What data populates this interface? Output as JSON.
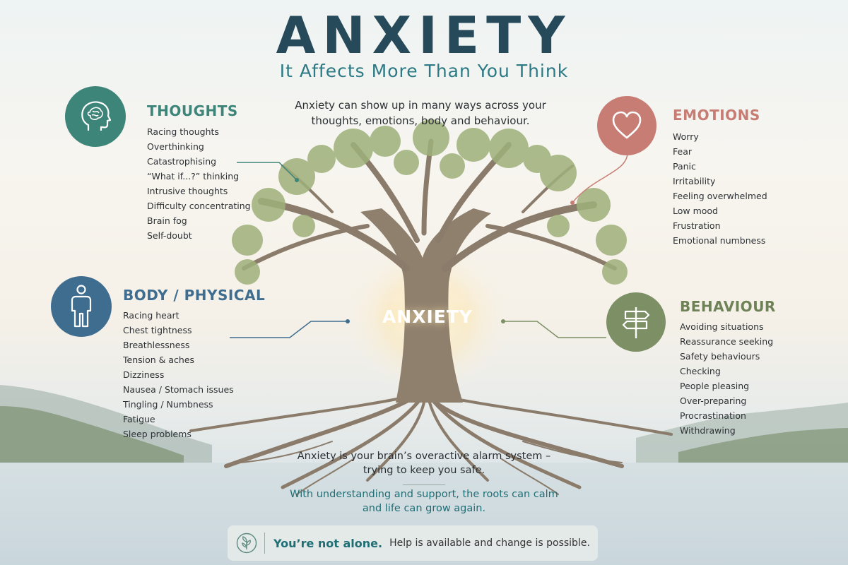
{
  "header": {
    "title": "ANXIETY",
    "subtitle": "It Affects More Than You Think",
    "intro": "Anxiety can show up in many ways across your thoughts, emotions, body and behaviour."
  },
  "colors": {
    "thoughts": "#3e8579",
    "emotions": "#c77d74",
    "body": "#3f6d90",
    "behaviour": "#7d8f64",
    "accent": "#1f6e74"
  },
  "sections": {
    "thoughts": {
      "title": "THOUGHTS",
      "icon": "head-brain-icon",
      "items": [
        "Racing thoughts",
        "Overthinking",
        "Catastrophising",
        "“What if...?” thinking",
        "Intrusive thoughts",
        "Difficulty concentrating",
        "Brain fog",
        "Self-doubt"
      ]
    },
    "emotions": {
      "title": "EMOTIONS",
      "icon": "heart-icon",
      "items": [
        "Worry",
        "Fear",
        "Panic",
        "Irritability",
        "Feeling overwhelmed",
        "Low mood",
        "Frustration",
        "Emotional numbness"
      ]
    },
    "body": {
      "title": "BODY / PHYSICAL",
      "icon": "person-icon",
      "items": [
        "Racing heart",
        "Chest tightness",
        "Breathlessness",
        "Tension & aches",
        "Dizziness",
        "Nausea / Stomach issues",
        "Tingling / Numbness",
        "Fatigue",
        "Sleep problems"
      ]
    },
    "behaviour": {
      "title": "BEHAVIOUR",
      "icon": "signpost-icon",
      "items": [
        "Avoiding situations",
        "Reassurance seeking",
        "Safety behaviours",
        "Checking",
        "People pleasing",
        "Over-preparing",
        "Procrastination",
        "Withdrawing"
      ]
    }
  },
  "tree": {
    "label": "ANXIETY"
  },
  "messages": {
    "message1": "Anxiety is your brain’s overactive alarm system – trying to keep you safe.",
    "message2": "With understanding and support, the roots can calm and life can grow again."
  },
  "footer": {
    "icon": "leaf-icon",
    "strong": "You’re not alone.",
    "text": "Help is available and change is possible."
  }
}
